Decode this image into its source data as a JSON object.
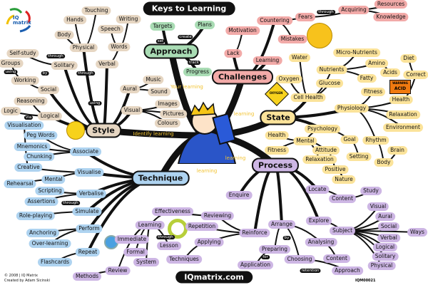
{
  "title": "Keys to Learning",
  "footer": {
    "copyright": "© 2008 | IQ Matrix",
    "author": "Created by Adam Sicinski",
    "site": "IQmatrix.com",
    "code": "IQM00021"
  },
  "logo": {
    "line1": "IQ",
    "line2": "matrix"
  },
  "sign": {
    "warning": "WARNING",
    "acid": "ACID",
    "oxygen": "OXYGEN"
  },
  "colors": {
    "style": "#e6d6c2",
    "approach": "#a9dcb4",
    "challenges": "#f2aaa8",
    "state": "#fbe39a",
    "process": "#cdb6e4",
    "technique": "#aed3f0",
    "lines": "#111111"
  },
  "branches": {
    "style": [
      "Style",
      "Physical",
      "Touching",
      "Hands",
      "Body",
      "Solitary",
      "Self-study",
      "Social",
      "Working",
      "Groups",
      "Logical",
      "Logic",
      "Reasoning",
      "Verbal",
      "Words",
      "Speech",
      "Writing",
      "Aural",
      "Music",
      "Sound",
      "Visual",
      "Images",
      "Pictures",
      "Colours"
    ],
    "approach": [
      "Approach",
      "Targets",
      "Plans",
      "Progress"
    ],
    "challenges": [
      "Challenges",
      "Lack",
      "Motivation",
      "Learning",
      "Countering",
      "Mistakes",
      "Fears",
      "Acquiring",
      "Resources",
      "Knowledge"
    ],
    "state": [
      "State",
      "Cell Health",
      "Water",
      "Oxygen",
      "Glucose",
      "Nutrients",
      "Micro-Nutrients",
      "Amino",
      "Acids",
      "Fatty",
      "Physiology",
      "Fitness",
      "Health",
      "Correct",
      "Diet",
      "Relaxation",
      "Environment",
      "Psychology",
      "Mental",
      "Health",
      "Fitness",
      "Attitude",
      "Relaxation",
      "Positive",
      "Nature",
      "Goal",
      "Setting",
      "Rhythm",
      "Body",
      "Brain"
    ],
    "process": [
      "Process",
      "Locate",
      "Content",
      "Study",
      "Explore",
      "Subject",
      "Visual",
      "Aural",
      "Social",
      "Verbal",
      "Logical",
      "Solitary",
      "Physical",
      "Ways",
      "Arrange",
      "Analysing",
      "Content",
      "Choosing",
      "Approach",
      "Preparing",
      "Application",
      "Enquire",
      "Reinforce",
      "Reviewing",
      "Effectiveness",
      "Repetition",
      "Applying",
      "Techniques",
      "Learning",
      "Immediate",
      "Formal",
      "System",
      "Lesson",
      "Review",
      "Methods"
    ],
    "technique": [
      "Technique",
      "Associate",
      "Peg Words",
      "Mnemonics",
      "Chunking",
      "Visualisation",
      "Visualise",
      "Creative",
      "Mental",
      "Rehearsal",
      "Verbalise",
      "Scripting",
      "Assertions",
      "Simulate",
      "Role-playing",
      "Perform",
      "Anchoring",
      "Over-learning",
      "Repeat",
      "Flashcards"
    ]
  },
  "connectors": [
    "Your learning",
    "Identify learning",
    "learning",
    "learning",
    "learning",
    "through",
    "through",
    "through",
    "using",
    "using",
    "by",
    "via",
    "set",
    "create",
    "track",
    "through",
    "through",
    "retention",
    "for",
    "by"
  ]
}
